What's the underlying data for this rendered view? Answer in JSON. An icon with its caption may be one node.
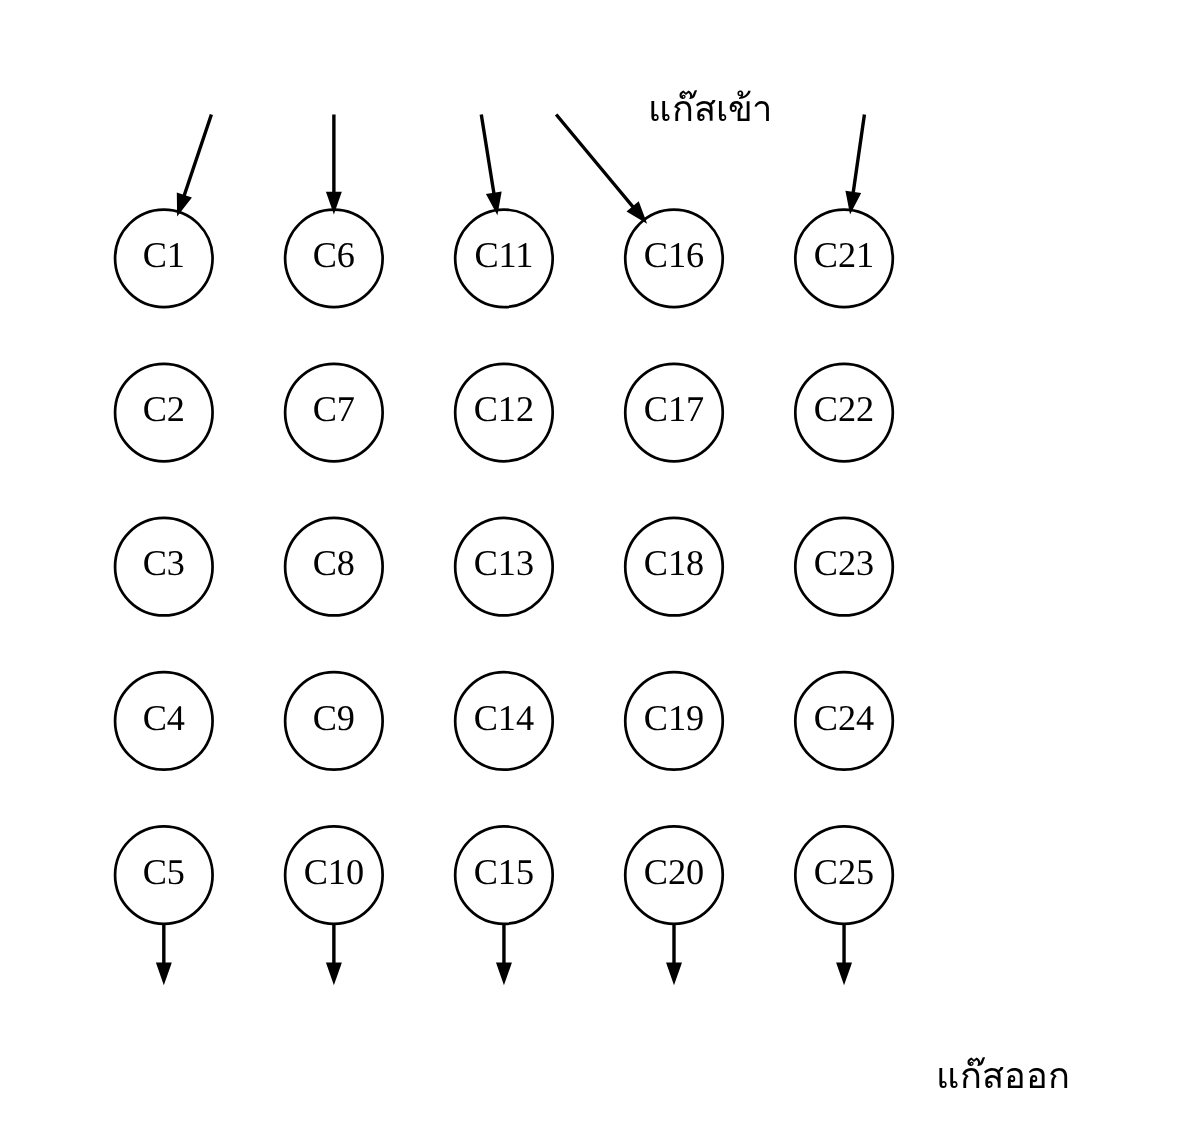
{
  "diagram": {
    "nodes": [
      {
        "text": [
          "C1"
        ]
      },
      {
        "text": [
          "C6"
        ]
      },
      {
        "text": [
          "C11"
        ]
      },
      {
        "text": [
          "C16"
        ]
      },
      {
        "text": [
          "C21"
        ]
      },
      {
        "text": [
          "C2"
        ]
      },
      {
        "text": [
          "C7"
        ]
      },
      {
        "text": [
          "C12"
        ]
      },
      {
        "text": [
          "C17"
        ]
      },
      {
        "text": [
          "C22"
        ]
      },
      {
        "text": [
          "C3"
        ]
      },
      {
        "text": [
          "C8"
        ]
      },
      {
        "text": [
          "C13"
        ]
      },
      {
        "text": [
          "C18"
        ]
      },
      {
        "text": [
          "C23"
        ]
      },
      {
        "text": [
          "C4"
        ]
      },
      {
        "text": [
          "C9"
        ]
      },
      {
        "text": [
          "C14"
        ]
      },
      {
        "text": [
          "C19"
        ]
      },
      {
        "text": [
          "C24"
        ]
      },
      {
        "text": [
          "C5"
        ]
      },
      {
        "text": [
          "C10"
        ]
      },
      {
        "text": [
          "C15"
        ]
      },
      {
        "text": [
          "C20"
        ]
      },
      {
        "text": [
          "C25"
        ]
      }
    ],
    "edges": [
      {
        "from": null,
        "to": 0,
        "arrow": "to"
      },
      {
        "from": null,
        "to": 1,
        "arrow": "to"
      },
      {
        "from": null,
        "to": 2,
        "arrow": "to"
      },
      {
        "from": null,
        "to": 3,
        "arrow": "to"
      },
      {
        "from": null,
        "to": 4,
        "arrow": "to"
      },
      {
        "from": 20,
        "to": null,
        "arrow": "to"
      },
      {
        "from": 21,
        "to": null,
        "arrow": "to"
      },
      {
        "from": 22,
        "to": null,
        "arrow": "to"
      },
      {
        "from": 23,
        "to": null,
        "arrow": "to"
      },
      {
        "from": 24,
        "to": null,
        "arrow": "to"
      }
    ],
    "labels": [
      "แก๊สเข้า",
      "แก๊สออก"
    ]
  }
}
